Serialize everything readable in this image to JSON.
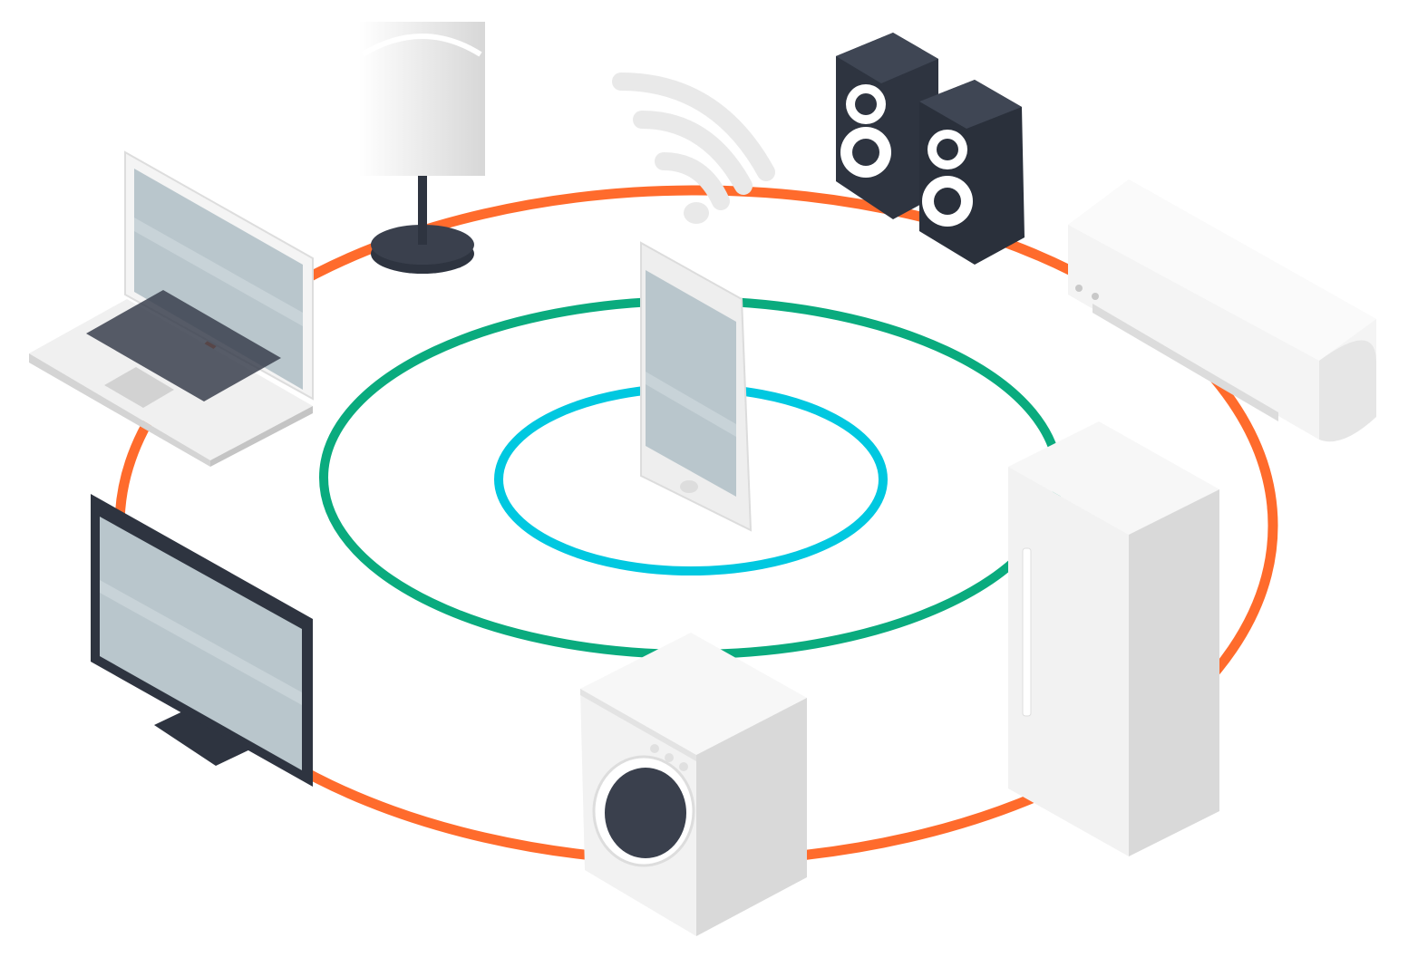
{
  "diagram": {
    "kind": "smart-home-network",
    "center_device": "smartphone",
    "signal_icon": "wifi-icon",
    "rings": [
      {
        "name": "inner-ring",
        "color": "#00c8e0"
      },
      {
        "name": "middle-ring",
        "color": "#0aab7e"
      },
      {
        "name": "outer-ring",
        "color": "#ff6b2c"
      }
    ],
    "devices": [
      "lamp",
      "laptop",
      "speakers",
      "air-conditioner",
      "tv",
      "washing-machine",
      "refrigerator"
    ]
  },
  "colors": {
    "outer_ring": "#ff6b2c",
    "middle_ring": "#0aab7e",
    "inner_ring": "#00c8e0",
    "dark_device": "#3a404d",
    "screen": "#b9c6cc",
    "appliance_white": "#f2f2f2"
  }
}
